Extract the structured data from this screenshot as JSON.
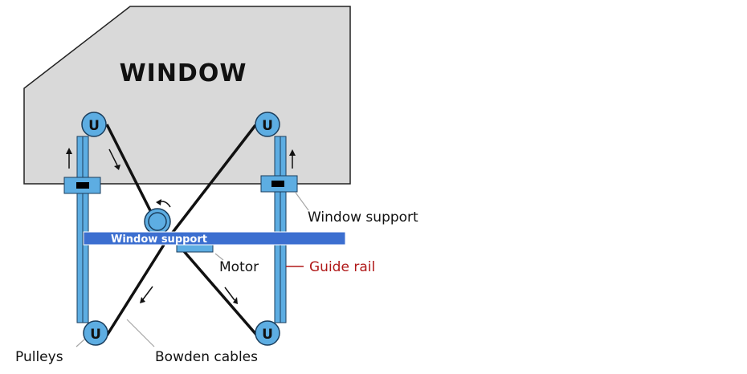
{
  "diagram": {
    "window_title": "WINDOW",
    "pulley_glyph": "U",
    "labels": {
      "window_support_right": "Window support",
      "window_support_bar": "Window support",
      "motor": "Motor",
      "guide_rail": "Guide rail",
      "pulleys": "Pulleys",
      "bowden_cables": "Bowden cables"
    },
    "colors": {
      "window_fill": "#d9d9d9",
      "component_blue": "#5dade2",
      "support_bar_blue": "#3c6fd0",
      "guide_rail_label": "#b01818",
      "cable": "#111111",
      "leader_line": "#a6a6a6"
    }
  }
}
